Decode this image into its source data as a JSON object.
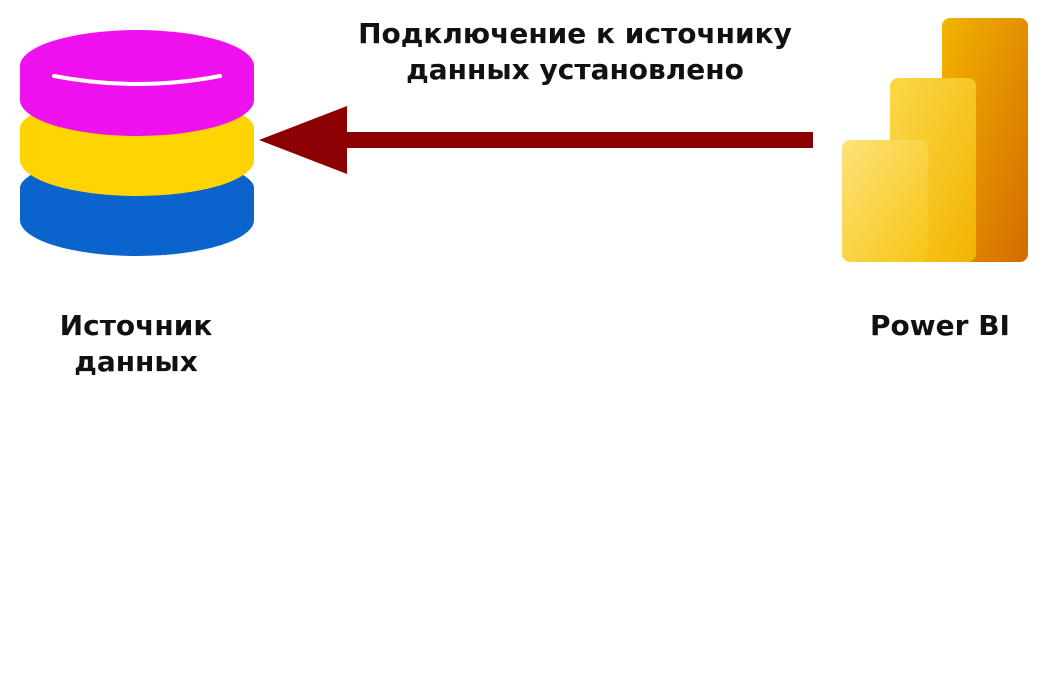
{
  "nodes": {
    "database": {
      "label": "Источник\nданных",
      "icon": "database-icon",
      "colors": {
        "top": "#ee11ee",
        "middle": "#ffd400",
        "bottom": "#0a64cc"
      }
    },
    "powerbi": {
      "label": "Power BI",
      "icon": "power-bi-logo",
      "colors": {
        "light": "#fbd84a",
        "mid": "#f2b400",
        "dark": "#d46b00"
      }
    }
  },
  "connector": {
    "label": "Подключение к источнику\nданных установлено",
    "from": "Power BI",
    "to": "Источник данных",
    "color": "#8b0000"
  }
}
